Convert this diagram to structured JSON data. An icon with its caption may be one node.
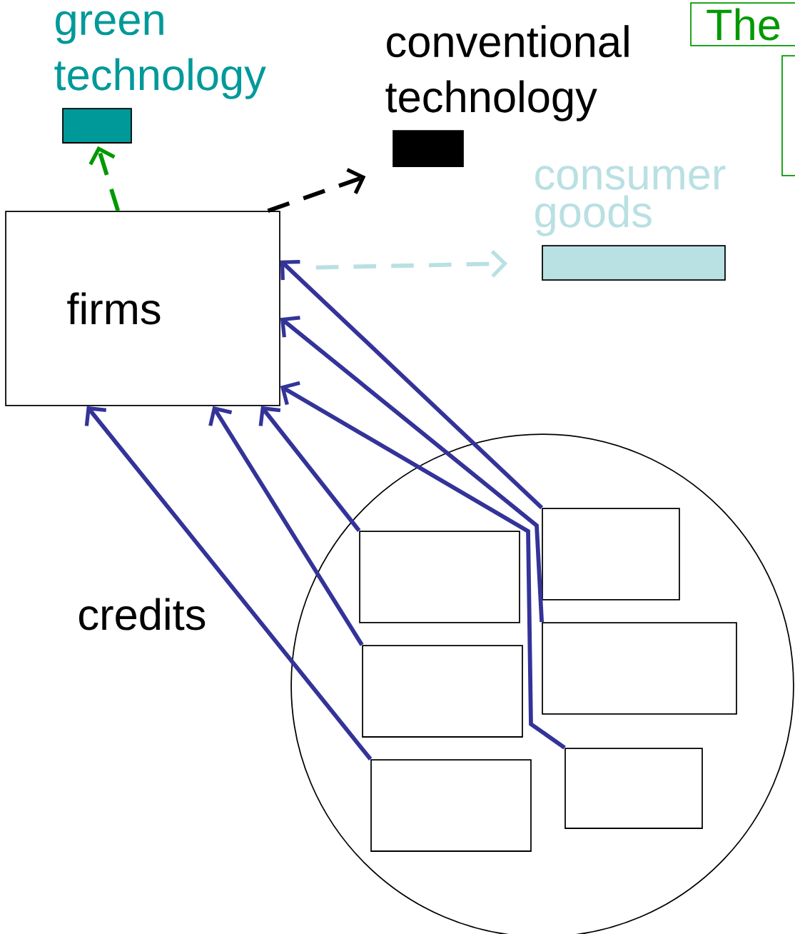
{
  "diagram": {
    "nodes": [
      {
        "text": [
          "firms"
        ]
      },
      {
        "text": [
          "green technology"
        ]
      },
      {
        "text": [
          "conventional technology"
        ]
      },
      {
        "text": [
          "consumer goods"
        ]
      },
      {
        "text": [],
        "shape": "circle"
      },
      {
        "text": [],
        "shape": "box",
        "in": 4
      },
      {
        "text": [],
        "shape": "box",
        "in": 4
      },
      {
        "text": [],
        "shape": "box",
        "in": 4
      },
      {
        "text": [],
        "shape": "box",
        "in": 4
      },
      {
        "text": [],
        "shape": "box",
        "in": 4
      },
      {
        "text": [],
        "shape": "box",
        "in": 4
      },
      {
        "text": [
          "The"
        ]
      },
      {
        "text": [],
        "shape": "box"
      }
    ],
    "edges": [
      {
        "from": 0,
        "to": 1,
        "arrow": "to",
        "style": "dashed",
        "color": "#009900"
      },
      {
        "from": 0,
        "to": 2,
        "arrow": "to",
        "style": "dashed",
        "color": "#000000"
      },
      {
        "from": 0,
        "to": 3,
        "arrow": "to",
        "style": "dashed",
        "color": "#b9e0e3"
      },
      {
        "from": 5,
        "to": 0,
        "arrow": "to"
      },
      {
        "from": 7,
        "to": 0,
        "arrow": "to"
      },
      {
        "from": 9,
        "to": 0,
        "arrow": "to"
      },
      {
        "from": 6,
        "to": 0,
        "arrow": "to"
      },
      {
        "from": 8,
        "to": 0,
        "arrow": "to"
      },
      {
        "from": 10,
        "to": 0,
        "arrow": "to"
      }
    ],
    "labels": [
      "credits"
    ]
  }
}
